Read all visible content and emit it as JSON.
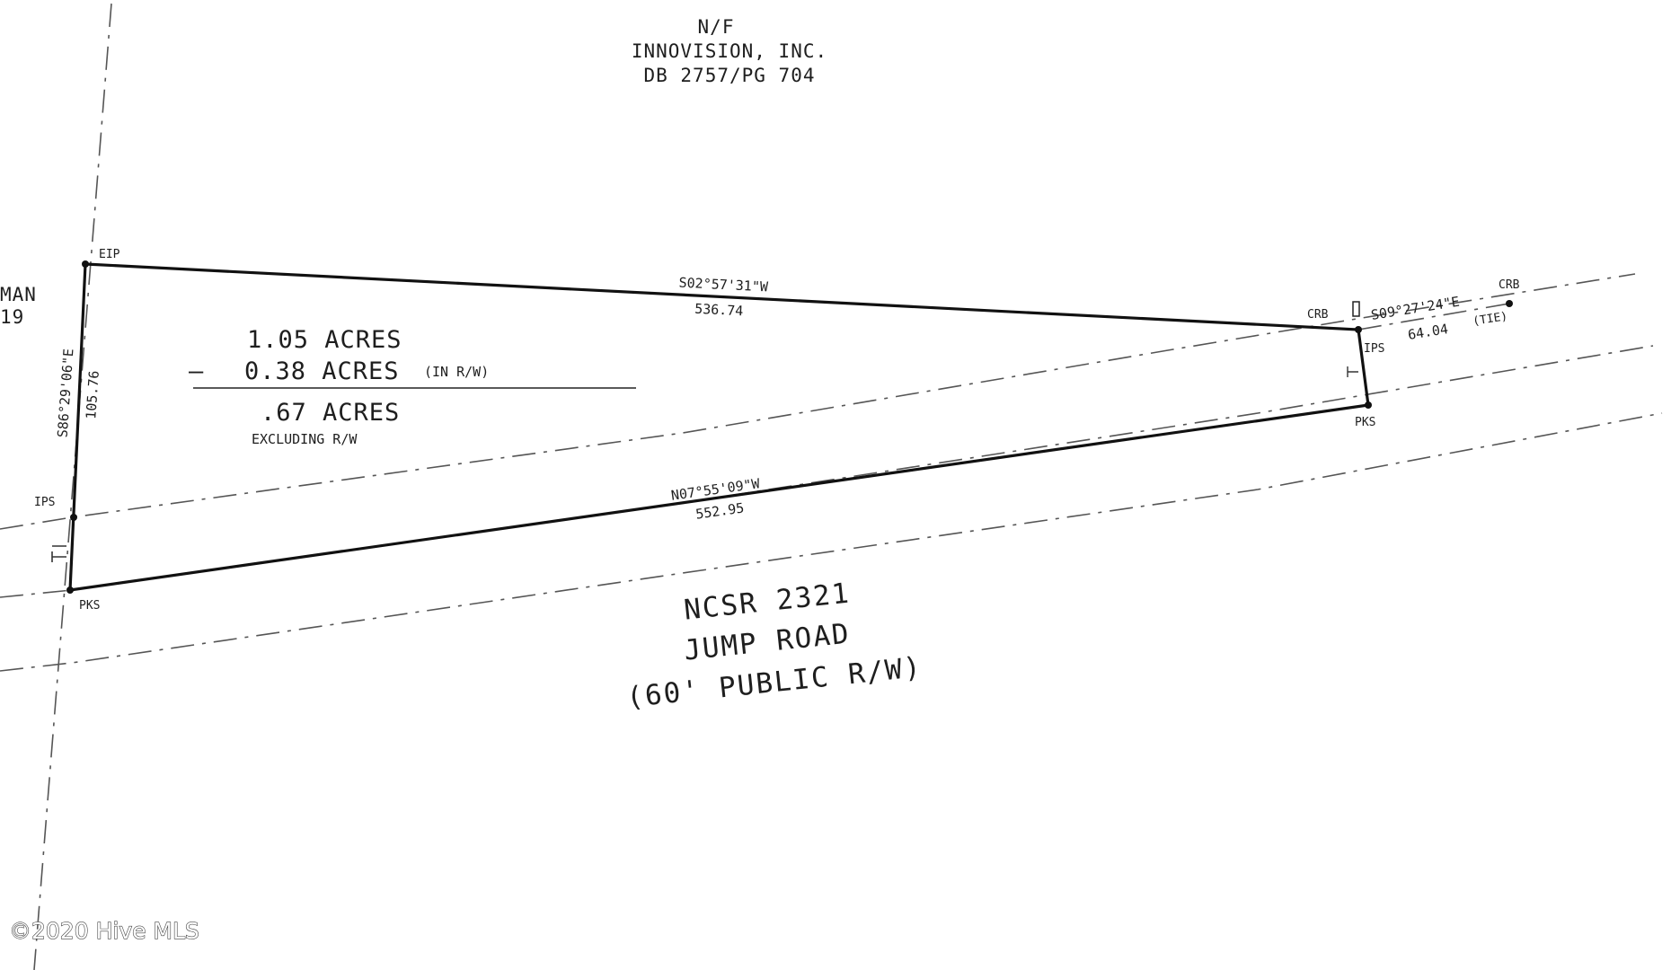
{
  "adjoiner_north": {
    "line1": "N/F",
    "line2": "INNOVISION, INC.",
    "line3": "DB 2757/PG 704"
  },
  "adjoiner_west": {
    "line1": "MAN",
    "line2": "19"
  },
  "points": {
    "eip": "EIP",
    "ips_west": "IPS",
    "pks_west": "PKS",
    "crb_left": "CRB",
    "crb_right": "CRB",
    "ips_east": "IPS",
    "pks_east": "PKS"
  },
  "bearings": {
    "north_bearing": "S02°57'31\"W",
    "north_distance": "536.74",
    "south_bearing": "N07°55'09\"W",
    "south_distance": "552.95",
    "west_bearing": "S86°29'06\"E",
    "west_distance": "105.76",
    "tie_bearing": "S09°27'24\"E",
    "tie_distance": "64.04",
    "tie_note": "(TIE)"
  },
  "acreage": {
    "total": "1.05  ACRES",
    "minus": "–",
    "rw": "0.38  ACRES",
    "rw_note": "(IN R/W)",
    "net": ".67  ACRES",
    "net_note": "EXCLUDING R/W"
  },
  "road": {
    "line1": "NCSR 2321",
    "line2": "JUMP ROAD",
    "line3": "(60' PUBLIC R/W)"
  },
  "watermark": "©2020 Hive MLS"
}
